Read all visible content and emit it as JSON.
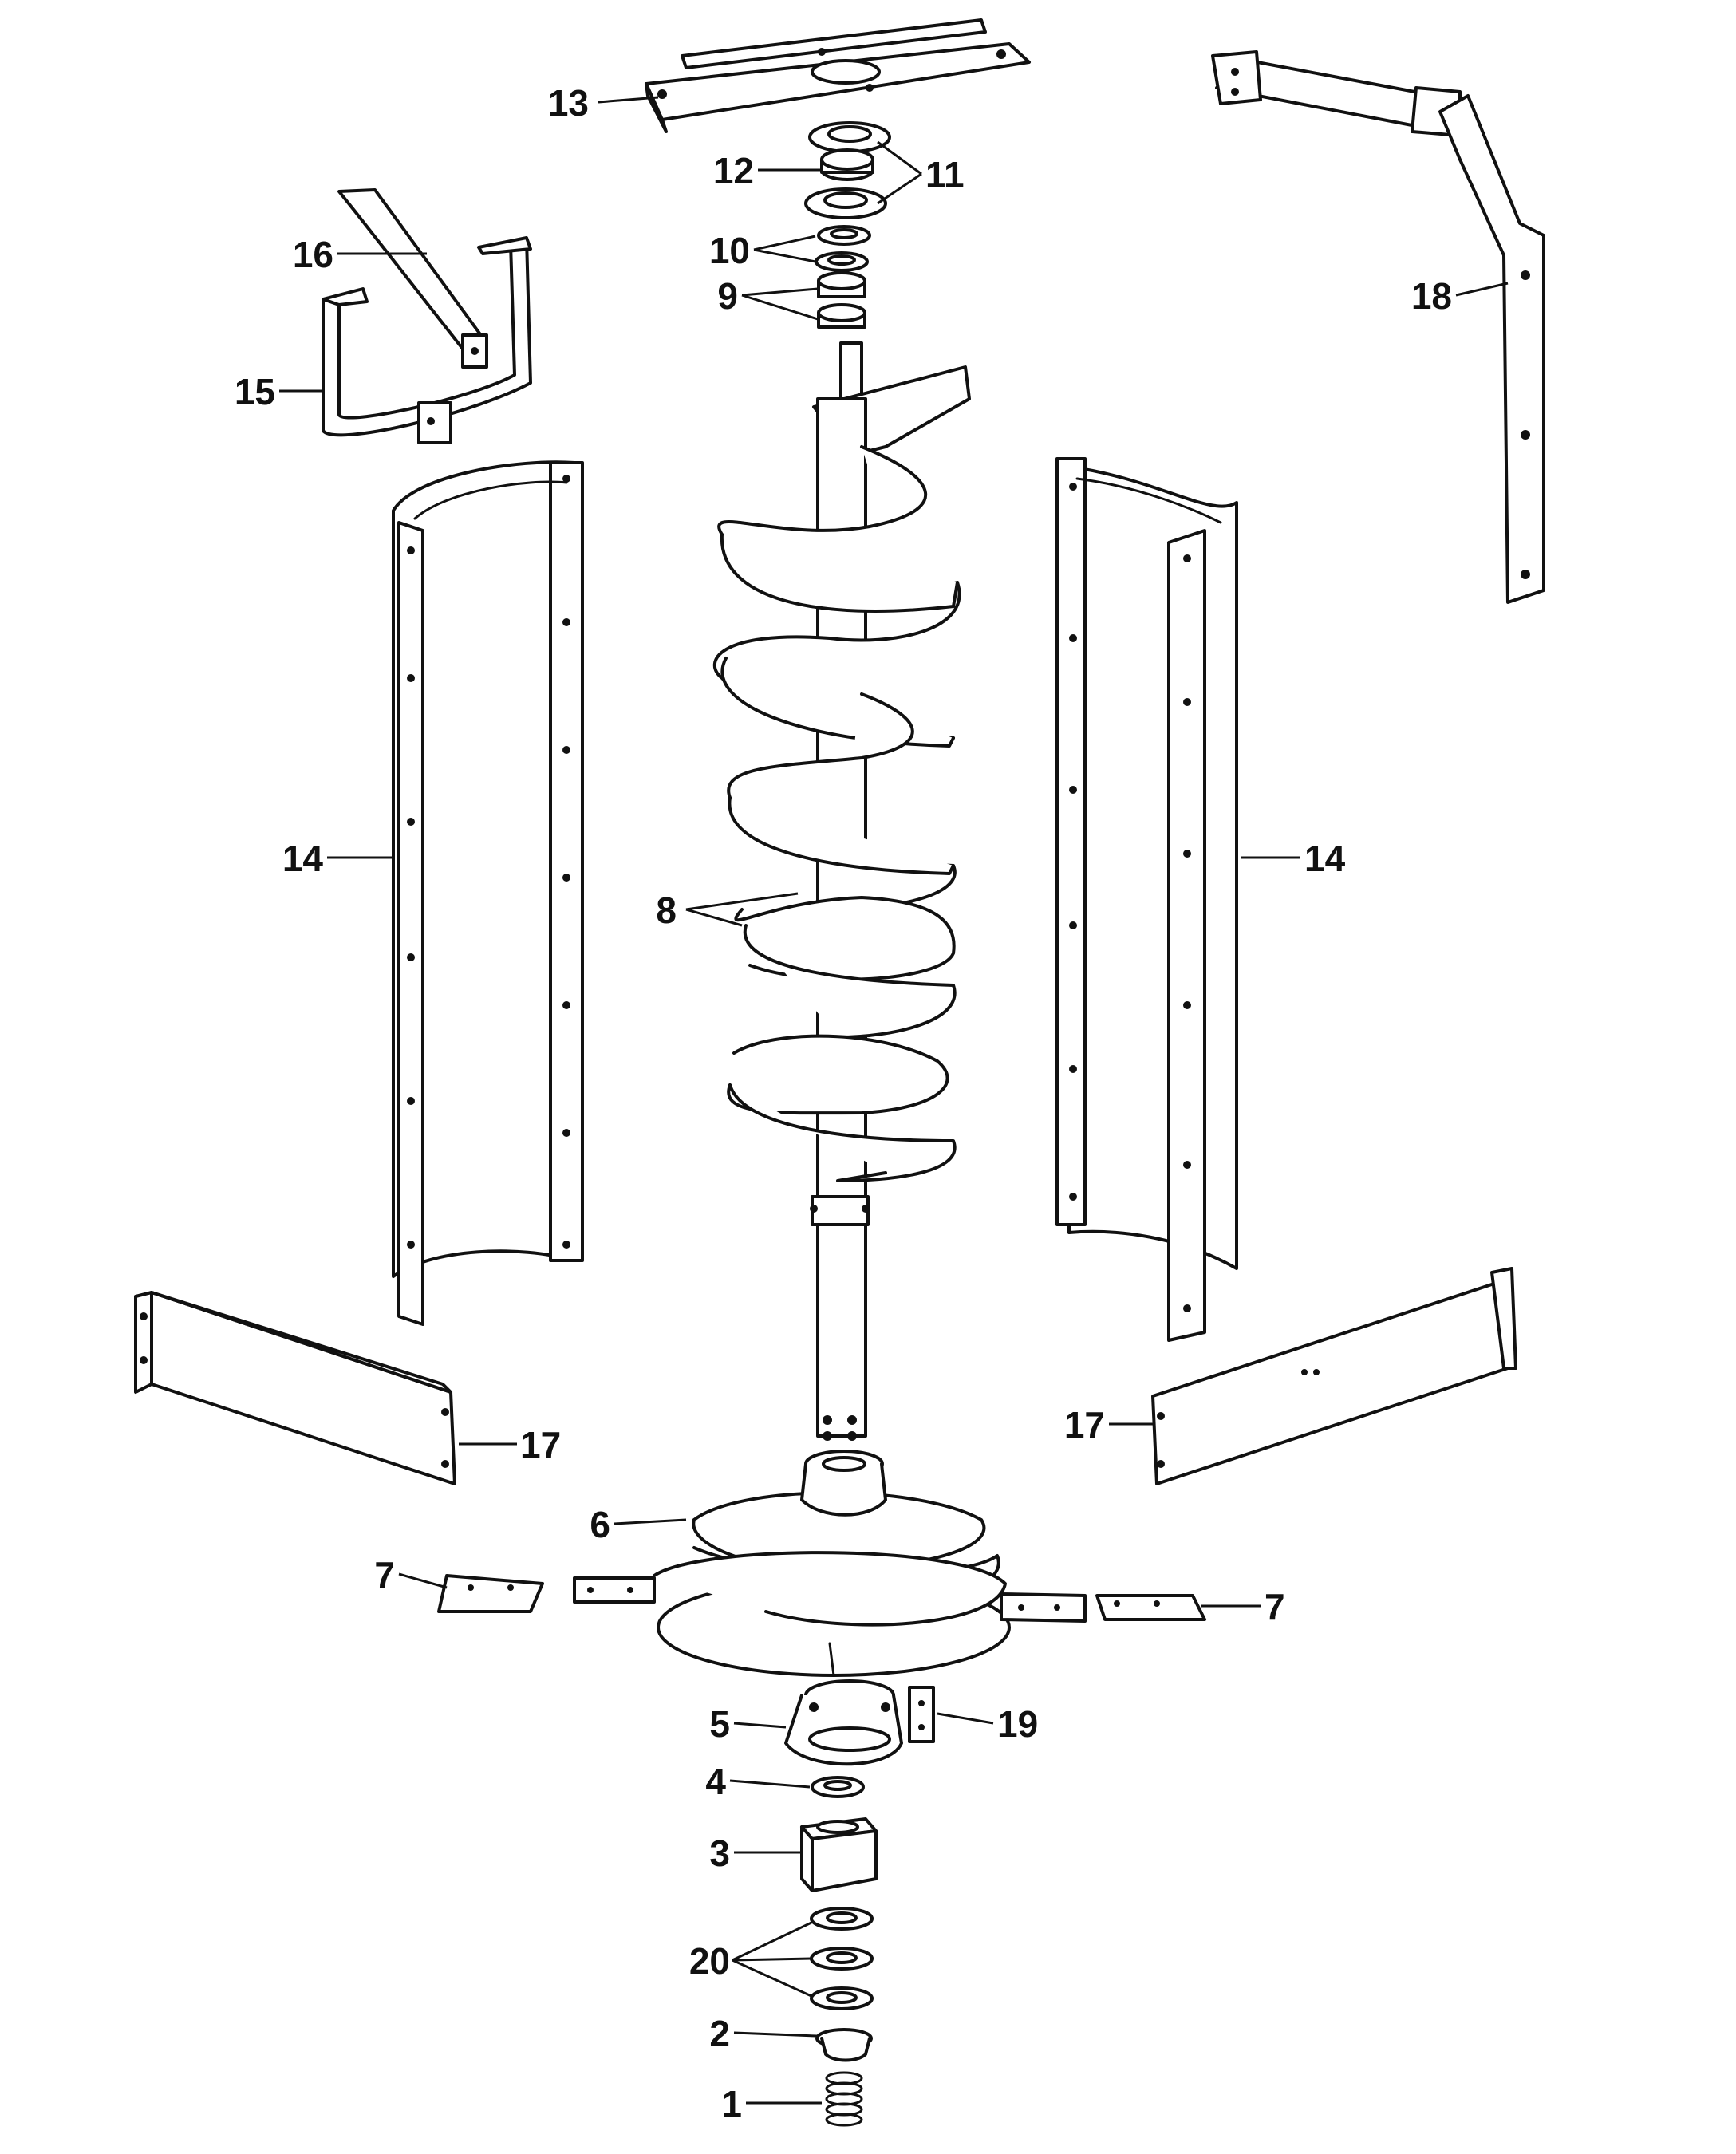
{
  "callouts": {
    "c1": "1",
    "c2": "2",
    "c3": "3",
    "c4": "4",
    "c5": "5",
    "c6": "6",
    "c7_left": "7",
    "c7_right": "7",
    "c8": "8",
    "c9": "9",
    "c10": "10",
    "c11": "11",
    "c12": "12",
    "c13": "13",
    "c14_left": "14",
    "c14_right": "14",
    "c15": "15",
    "c16": "16",
    "c17_left": "17",
    "c17_right": "17",
    "c18": "18",
    "c19": "19",
    "c20": "20"
  },
  "colors": {
    "line": "#111111",
    "background": "#ffffff"
  }
}
